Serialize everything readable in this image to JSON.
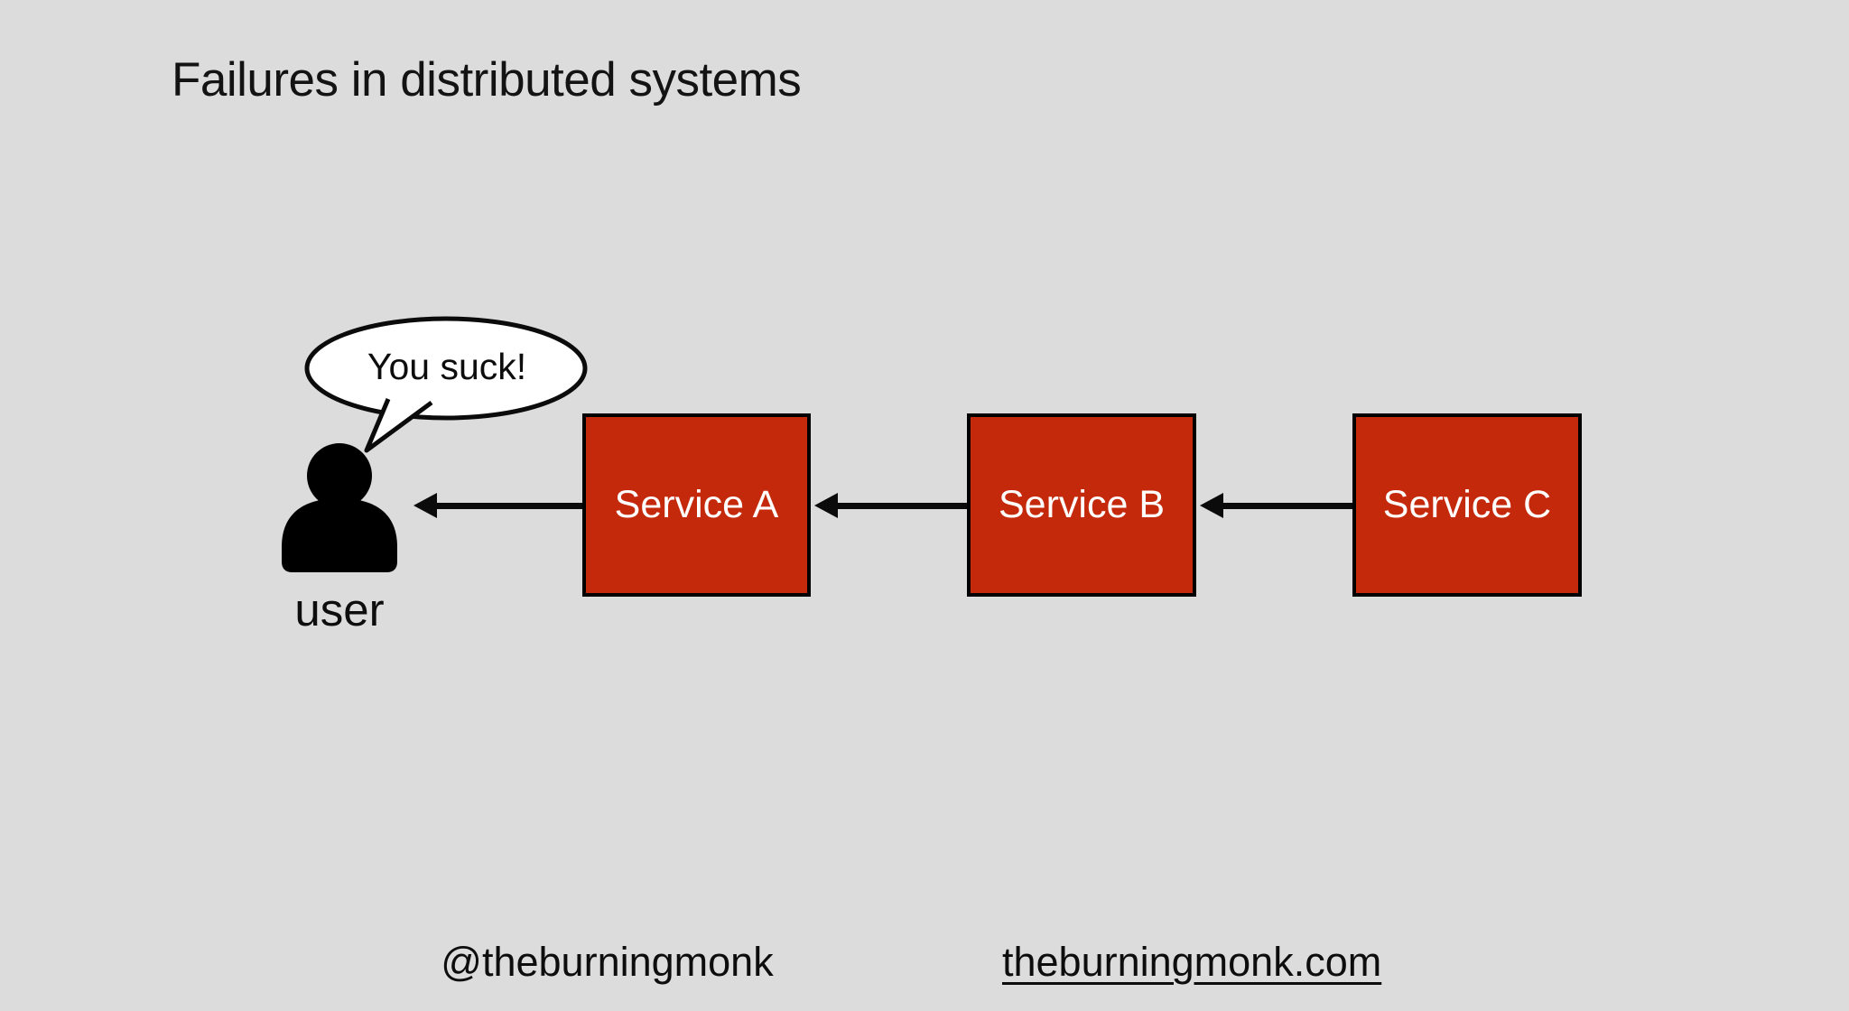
{
  "slide": {
    "title": "Failures in distributed systems"
  },
  "theme": {
    "background_color": "#DCDCDC",
    "service_box_color": "#C5290B",
    "service_box_border": "#000000",
    "service_text_color": "#FFFFFF",
    "text_color": "#131313"
  },
  "diagram": {
    "speech_bubble": {
      "text": "You suck!"
    },
    "user": {
      "label": "user"
    },
    "services": [
      {
        "label": "Service A"
      },
      {
        "label": "Service B"
      },
      {
        "label": "Service C"
      }
    ],
    "arrows": [
      {
        "from": "Service A",
        "to": "user"
      },
      {
        "from": "Service B",
        "to": "Service A"
      },
      {
        "from": "Service C",
        "to": "Service B"
      }
    ]
  },
  "footer": {
    "twitter_handle": "@theburningmonk",
    "website": "theburningmonk.com"
  }
}
